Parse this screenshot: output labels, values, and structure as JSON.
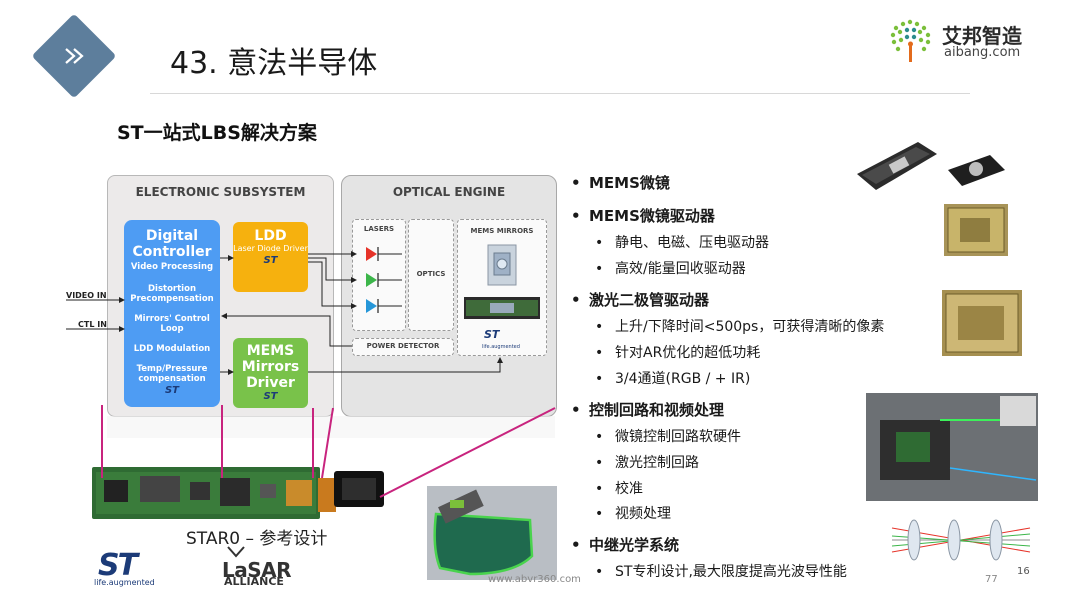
{
  "header": {
    "title": "43. 意法半导体",
    "logo_cn": "艾邦智造",
    "logo_en": "aibang.com"
  },
  "subtitle": "ST一站式LBS解决方案",
  "diagram": {
    "electronic_subsystem": "ELECTRONIC SUBSYSTEM",
    "optical_engine": "OPTICAL ENGINE",
    "digital_controller": {
      "title": "Digital Controller",
      "items": [
        "Video Processing",
        "Distortion Precompensation",
        "Mirrors' Control Loop",
        "LDD Modulation",
        "Temp/Pressure compensation"
      ]
    },
    "ldd": {
      "title": "LDD",
      "sub": "Laser Diode Driver"
    },
    "mems_driver": {
      "title": "MEMS Mirrors Driver"
    },
    "lasers": "LASERS",
    "optics": "OPTICS",
    "mems_mirrors": "MEMS MIRRORS",
    "power_detector": "POWER DETECTOR",
    "video_in": "VIDEO IN",
    "ctl_in": "CTL IN",
    "st_mark": "ST",
    "st_tag": "life.augmented"
  },
  "reference_label": "STAR0 – 参考设计",
  "lasar": {
    "name": "LaSAR",
    "alliance": "ALLIANCE"
  },
  "bullets": [
    {
      "text": "MEMS微镜",
      "subs": []
    },
    {
      "text": "MEMS微镜驱动器",
      "subs": [
        "静电、电磁、压电驱动器",
        "高效/能量回收驱动器"
      ]
    },
    {
      "text": "激光二极管驱动器",
      "subs": [
        "上升/下降时间<500ps，可获得清晰的像素",
        "针对AR优化的超低功耗",
        "3/4通道(RGB / + IR)"
      ]
    },
    {
      "text": "控制回路和视频处理",
      "subs": [
        "微镜控制回路软硬件",
        "激光控制回路",
        "校准",
        "视频处理"
      ]
    },
    {
      "text": "中继光学系统",
      "subs": [
        "ST专利设计,最大限度提高光波导性能"
      ]
    }
  ],
  "bullet_symbol": "•",
  "footer": {
    "watermark": "www.abvr360.com",
    "page_a": "77",
    "page_b": "16"
  },
  "colors": {
    "badge": "#5d7e9c",
    "dc": "#4e9cf3",
    "ldd": "#f6b10e",
    "mems": "#79c24a",
    "magenta": "#c8247e"
  }
}
